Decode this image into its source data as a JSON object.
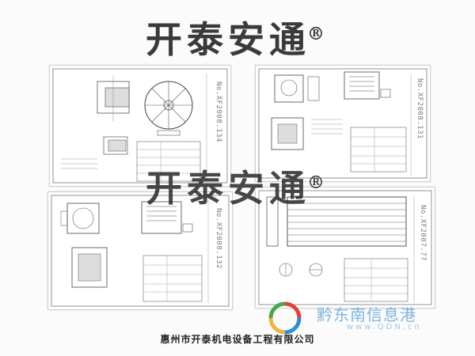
{
  "brand": {
    "name": "开泰安通",
    "registered_mark": "®"
  },
  "sheets": [
    {
      "drawing_no": "No.XF2008.134"
    },
    {
      "drawing_no": "No.XF2008.131"
    },
    {
      "drawing_no": "No.XF2008.132"
    },
    {
      "drawing_no": "No.XF2007.77"
    }
  ],
  "footer": {
    "company": "惠州市开泰机电设备工程有限公司"
  },
  "watermark": {
    "text": "黔东南信息港",
    "url": "www.QDN.cn"
  }
}
